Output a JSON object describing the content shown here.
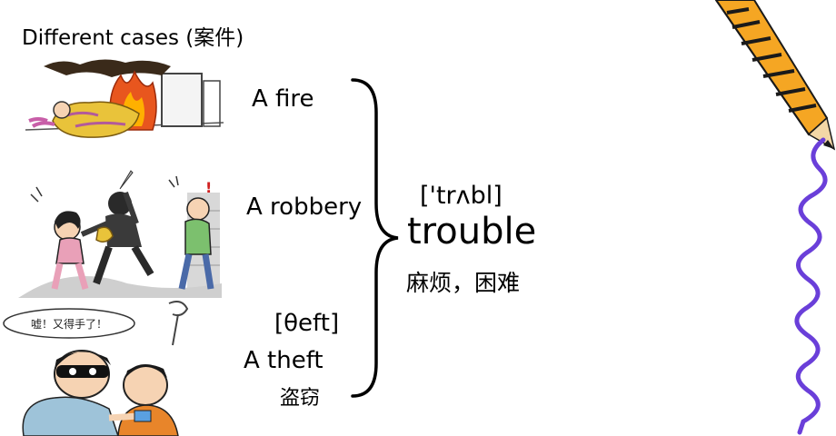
{
  "slide": {
    "heading": "Different cases (案件)",
    "cases": [
      {
        "label": "A fire"
      },
      {
        "label": "A robbery"
      },
      {
        "label": "A theft",
        "phonetic": "[θeft]",
        "chinese": "盗窃"
      }
    ],
    "word": {
      "phonetic": "['trʌbl]",
      "text": "trouble",
      "chinese": "麻烦，困难"
    },
    "theft_speech_bubble": "嘘！又得手了！"
  },
  "colors": {
    "text": "#000000",
    "pencil_body": "#f5a623",
    "pencil_stripe": "#1a1a1a",
    "squiggle": "#6a3fd9",
    "fire": "#e8561e",
    "blanket": "#e9c33a"
  }
}
